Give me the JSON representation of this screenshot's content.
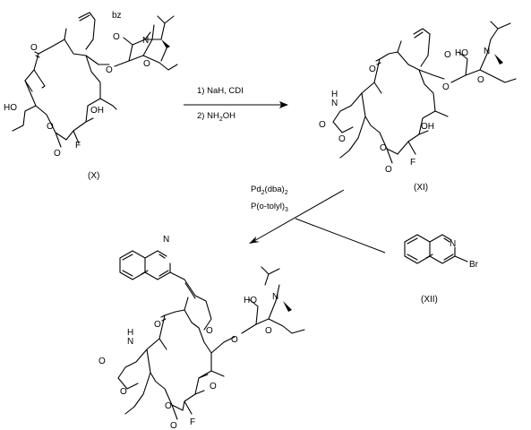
{
  "compounds": {
    "X": {
      "label": "(X)",
      "atoms": {
        "O_keto": "O",
        "bz": "bz",
        "O_ether1": "O",
        "O_ring_link": "O",
        "N": "N",
        "O_morph": "O",
        "HO": "HO",
        "O_lactone": "O",
        "O_carbonyl": "O",
        "F": "F",
        "OH": "OH"
      }
    },
    "XI": {
      "label": "(XI)",
      "atoms": {
        "O_keto": "O",
        "O_ether": "O",
        "HO_sugar": "HO",
        "N": "N",
        "O_link": "O",
        "O_morph": "O",
        "HN": "N",
        "H": "H",
        "O_carb": "O",
        "O_ox": "O",
        "O_lac": "O",
        "O_lac2": "O",
        "F": "F",
        "OH": "OH"
      }
    },
    "XII": {
      "label": "(XII)",
      "atoms": {
        "N": "N",
        "Br": "Br"
      }
    },
    "product": {
      "atoms": {
        "N_quin": "N",
        "O_keto": "O",
        "O_ether": "O",
        "HO": "HO",
        "N": "N",
        "O_link": "O",
        "O_morph": "O",
        "HN": "N",
        "H": "H",
        "O_carb": "O",
        "O_ox": "O",
        "O_keto2": "O",
        "O_lac": "O",
        "O_lac2": "O",
        "F": "F"
      }
    }
  },
  "reaction1": {
    "step1": "1)  NaH, CDI",
    "step2_pre": "2)  NH",
    "step2_sub": "2",
    "step2_post": "OH"
  },
  "reaction2": {
    "cat1_pre": "Pd",
    "cat1_sub1": "2",
    "cat1_mid": "(dba)",
    "cat1_sub2": "2",
    "cat2_pre": "P(o-tolyl)",
    "cat2_sub": "3"
  }
}
